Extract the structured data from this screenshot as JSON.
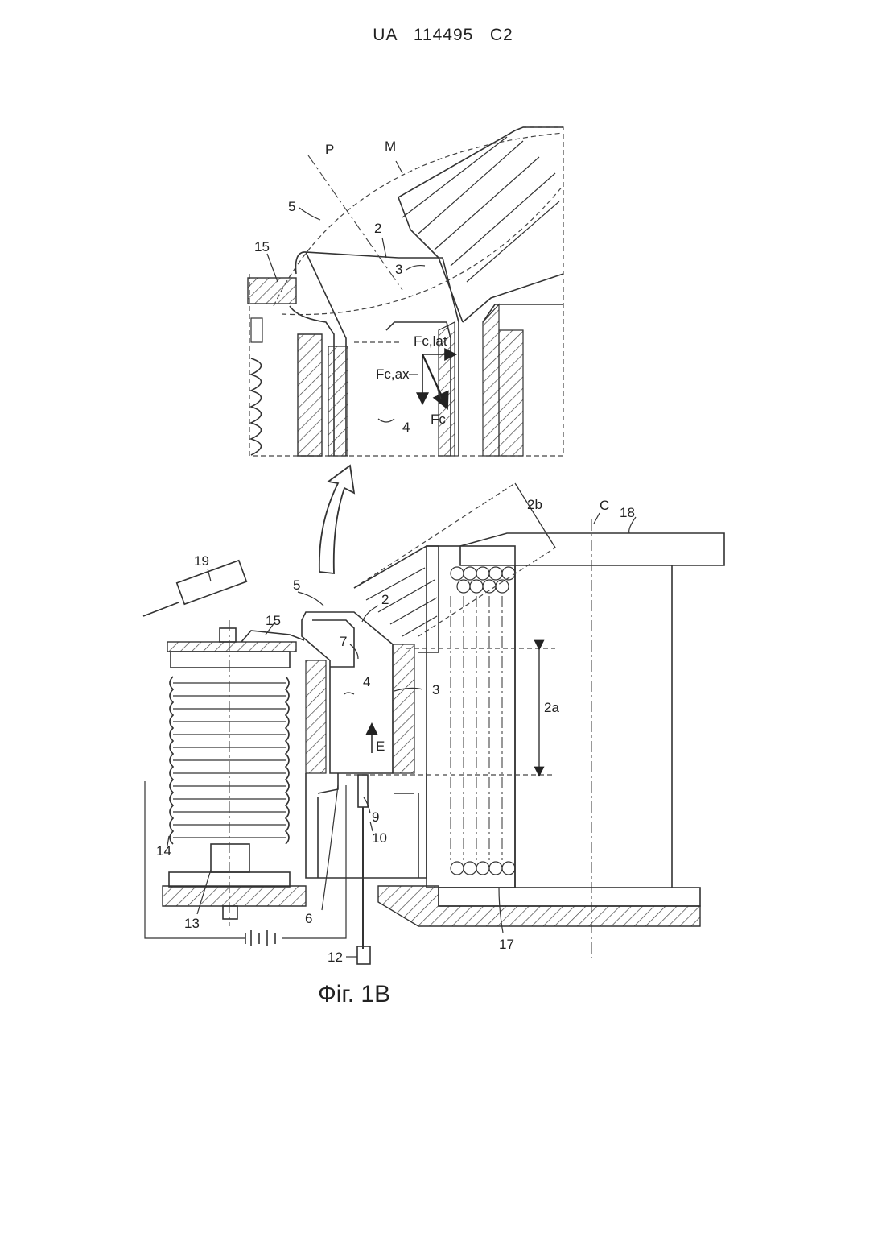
{
  "header": {
    "doc_number": "UA   114495   C2"
  },
  "figure": {
    "caption": "Фіг. 1В",
    "detail_labels": {
      "p": "P",
      "m": "M",
      "l5": "5",
      "l15": "15",
      "l2": "2",
      "l3": "3",
      "l4": "4",
      "fc_lat": "Fc,lat",
      "fc_ax": "Fc,ax",
      "fc": "Fc"
    },
    "main_labels": {
      "l19": "19",
      "l5": "5",
      "l15": "15",
      "l2": "2",
      "l2b": "2b",
      "c": "C",
      "l18": "18",
      "l7": "7",
      "l4": "4",
      "l3": "3",
      "l2a": "2a",
      "e": "E",
      "l9": "9",
      "l10": "10",
      "l14": "14",
      "l13": "13",
      "l6": "6",
      "l12": "12",
      "l17": "17"
    }
  }
}
